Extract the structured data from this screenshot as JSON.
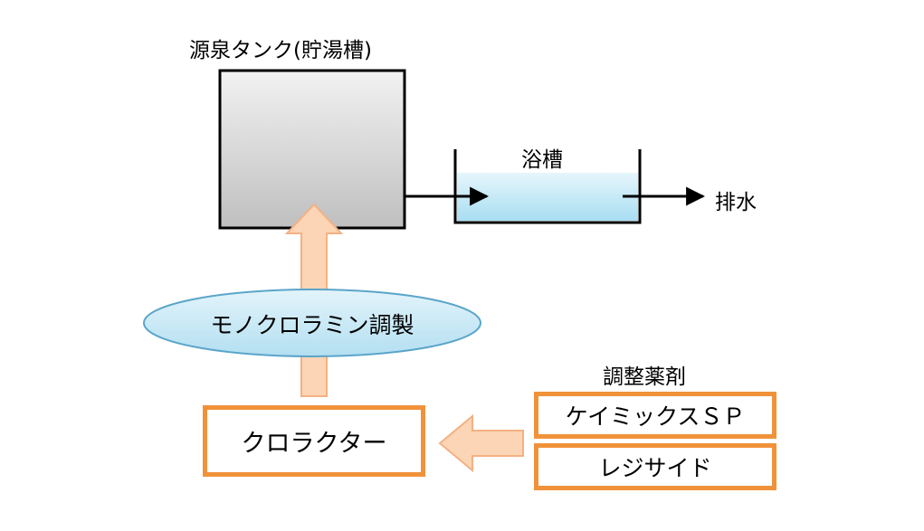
{
  "source_tank": {
    "label": "源泉タンク(貯湯槽)"
  },
  "bathtub": {
    "label": "浴槽"
  },
  "drain": {
    "label": "排水"
  },
  "monochloramine": {
    "label": "モノクロラミン調製"
  },
  "chloractor": {
    "label": "クロラクター"
  },
  "adjusting_agents": {
    "title": "調整薬剤",
    "items": [
      "ケイミックスＳＰ",
      "レジサイド"
    ]
  },
  "colors": {
    "box_border": "#f0923a",
    "arrow_fill": "#fbd5b5",
    "arrow_stroke": "#f4b183",
    "tank_fill_top": "#f2f2f2",
    "tank_fill_bottom": "#bfbfbf",
    "water": "#bfe8f6",
    "ellipse_fill": "#cbe9f6",
    "ellipse_stroke": "#5aa5c9"
  }
}
